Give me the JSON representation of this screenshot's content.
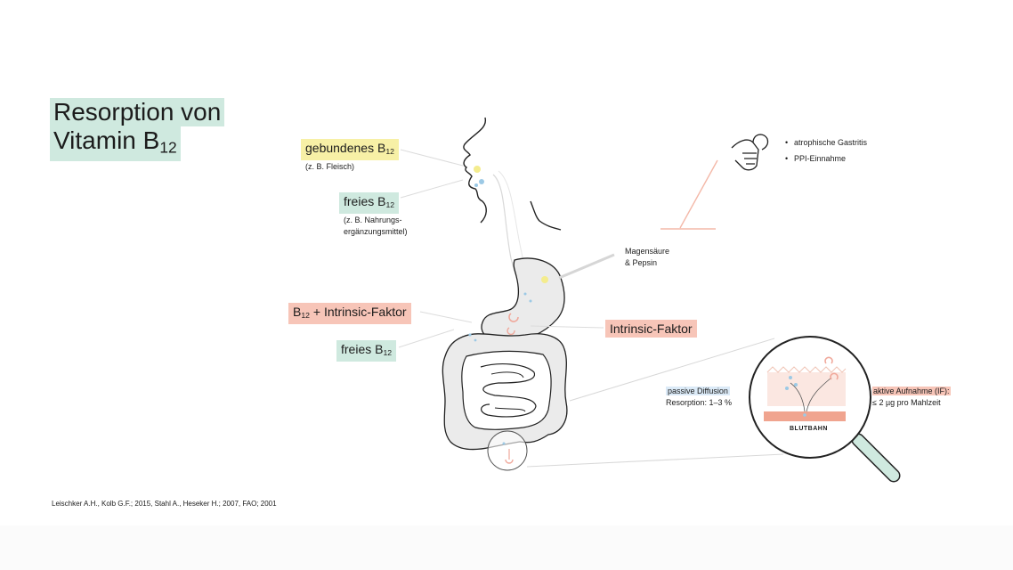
{
  "title": {
    "line1": "Resorption von",
    "line2": "Vitamin B",
    "line2_sub": "12"
  },
  "mouth": {
    "bound_label": "gebundenes B",
    "bound_sub": "12",
    "bound_example": "(z. B. Fleisch)",
    "free_label": "freies B",
    "free_sub": "12",
    "free_example_line1": "(z. B. Nahrungs-",
    "free_example_line2": "ergänzungsmittel)"
  },
  "stomach": {
    "acid_line1": "Magensäure",
    "acid_line2": "& Pepsin",
    "if_label": "Intrinsic-Faktor"
  },
  "intestine": {
    "complex_b": "B",
    "complex_sub": "12",
    "complex_rest": " + Intrinsic-Faktor",
    "free_label": "freies B",
    "free_sub": "12"
  },
  "risks": {
    "items": [
      "atrophische Gastritis",
      "PPI-Einnahme"
    ]
  },
  "magnifier": {
    "passive_label": "passive Diffusion",
    "passive_value": "Resorption: 1–3 %",
    "active_label": "aktive Aufnahme (IF):",
    "active_value": "≤ 2 µg pro Mahlzeit",
    "bloodstream": "BLUTBAHN"
  },
  "source": "Leischker A.H., Kolb G.F.; 2015, Stahl A., Heseker H.; 2007, FAO; 2001",
  "colors": {
    "green": "#cfe9df",
    "yellow": "#f7f0a6",
    "pink": "#f7c5b8",
    "blue": "#dbeaf7",
    "organ": "#ebebeb",
    "handle": "#cfe9df"
  }
}
